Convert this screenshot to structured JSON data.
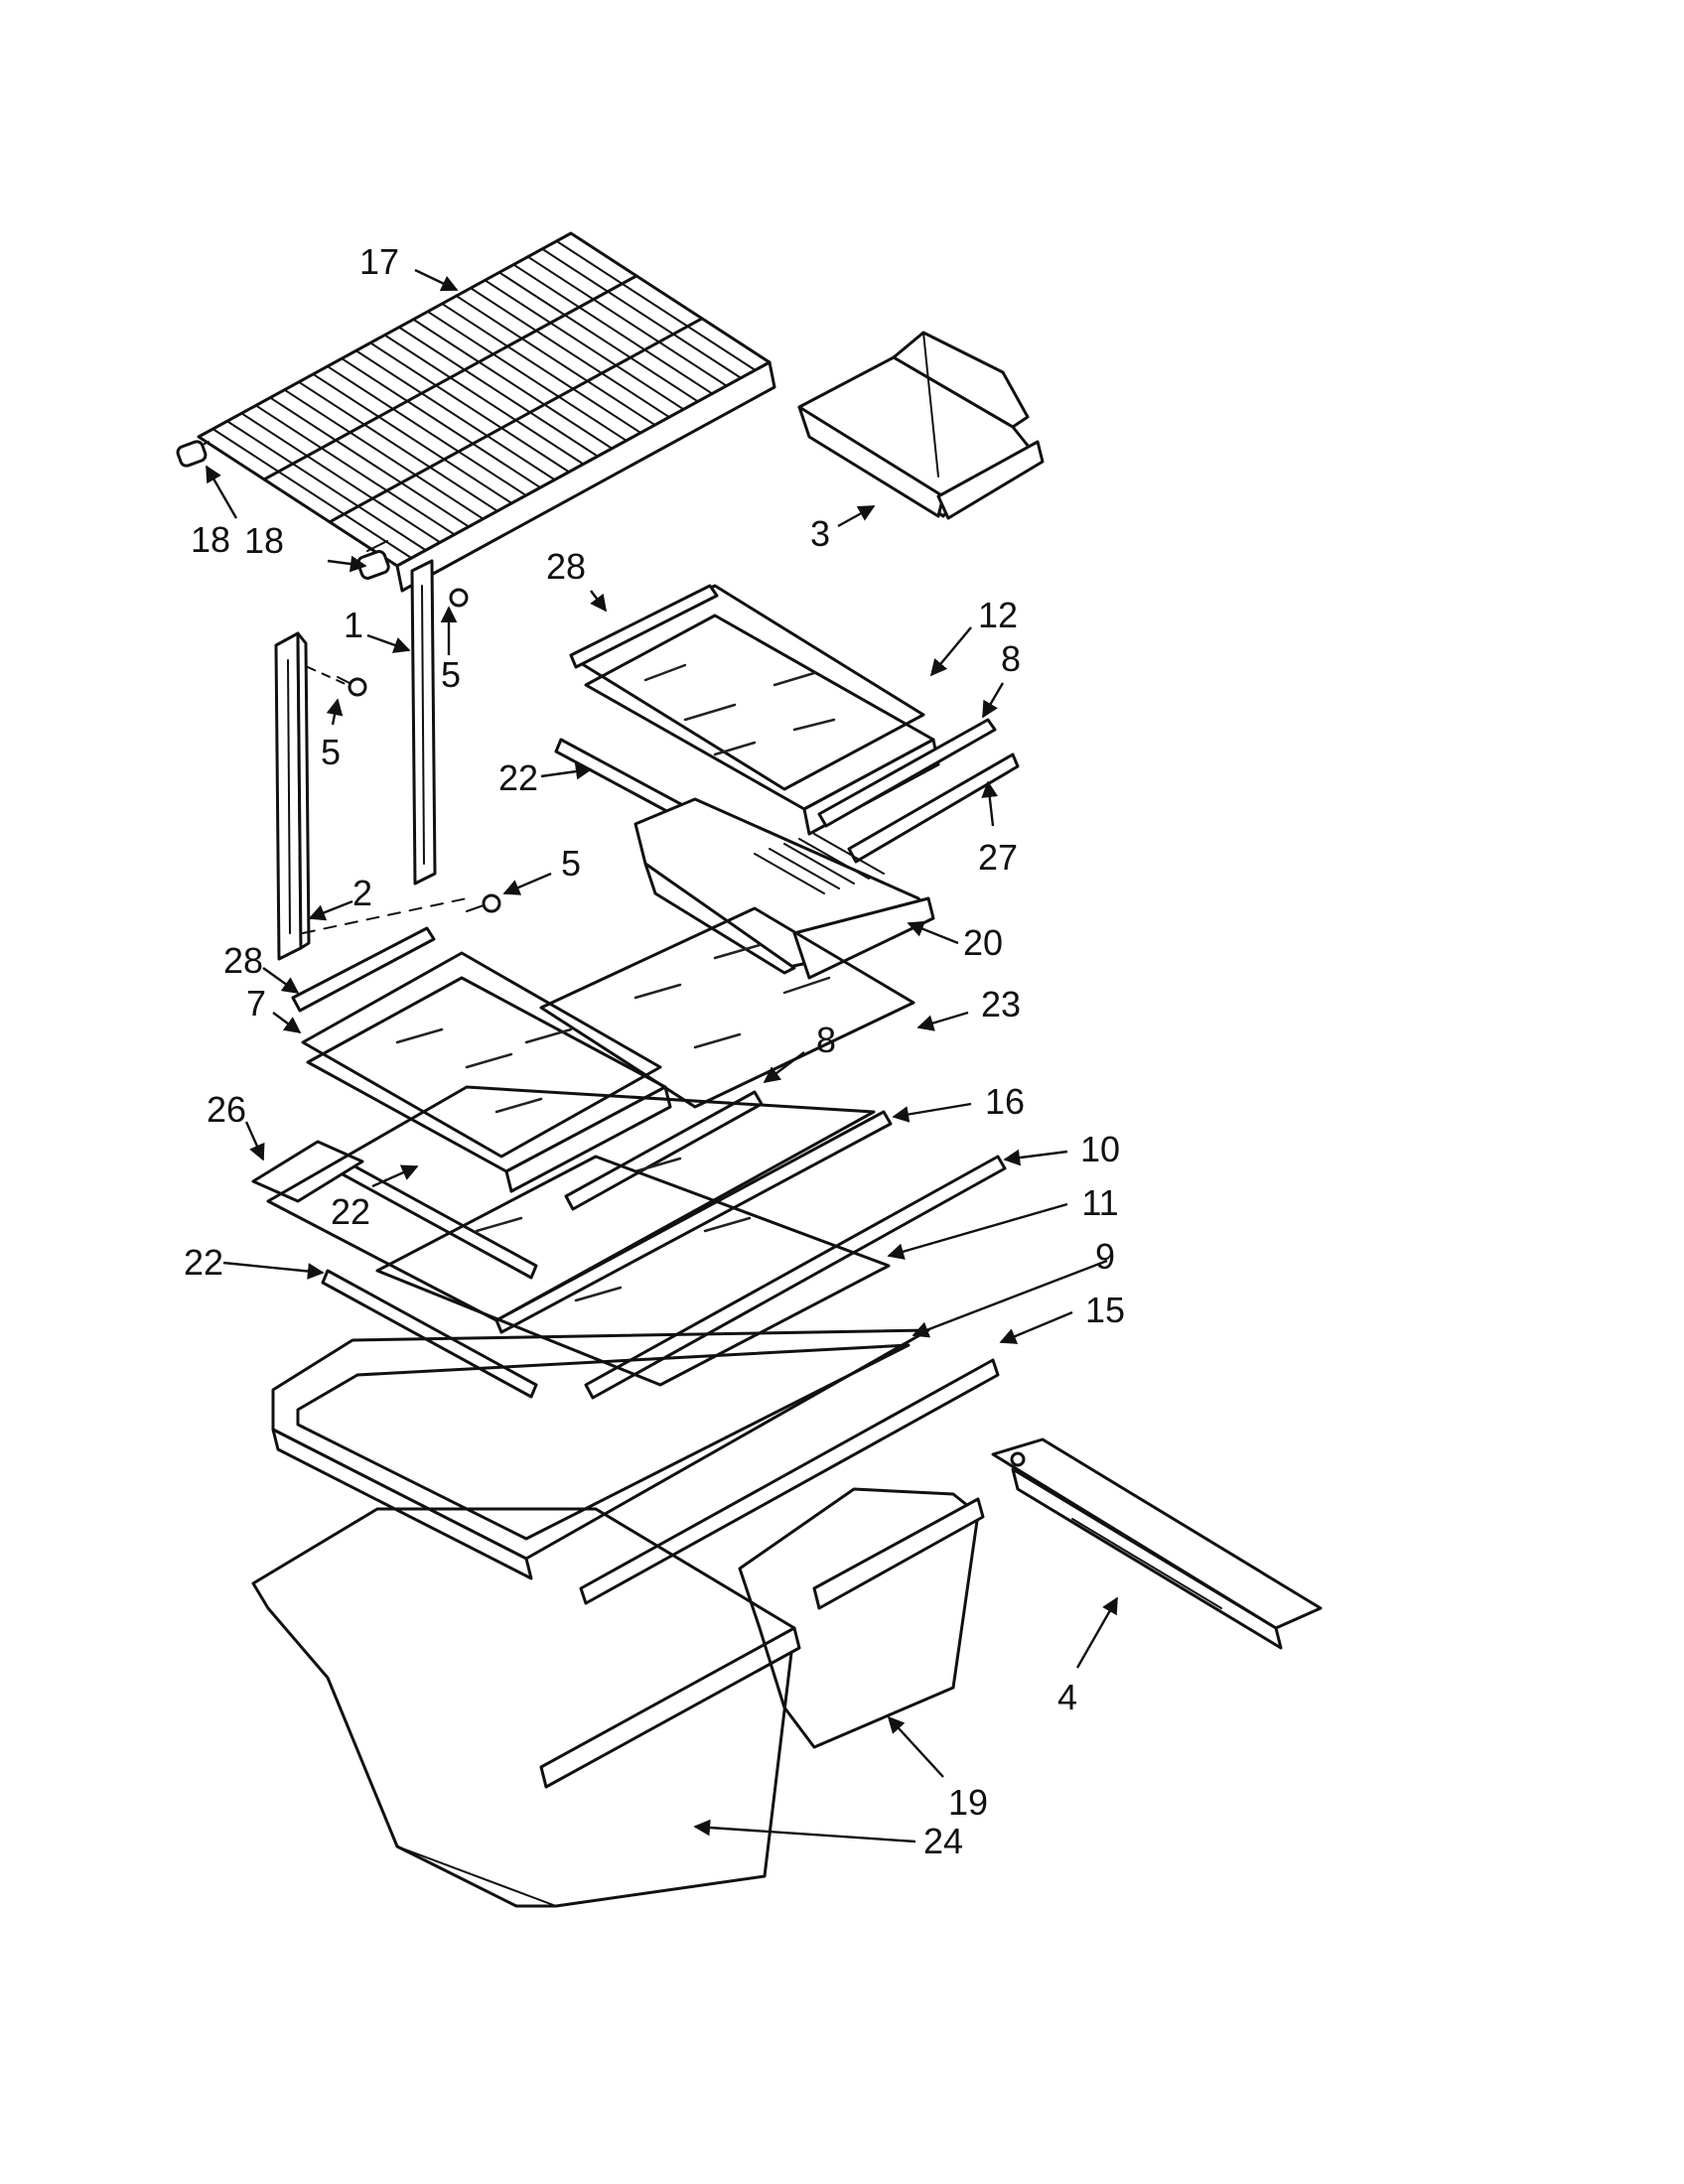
{
  "colors": {
    "line": "#111111",
    "background": "#ffffff"
  },
  "callouts": [
    {
      "id": "17",
      "label": "17"
    },
    {
      "id": "18a",
      "label": "18"
    },
    {
      "id": "18b",
      "label": "18"
    },
    {
      "id": "3",
      "label": "3"
    },
    {
      "id": "28a",
      "label": "28"
    },
    {
      "id": "12",
      "label": "12"
    },
    {
      "id": "8a",
      "label": "8"
    },
    {
      "id": "1",
      "label": "1"
    },
    {
      "id": "5a",
      "label": "5"
    },
    {
      "id": "5b",
      "label": "5"
    },
    {
      "id": "22a",
      "label": "22"
    },
    {
      "id": "27",
      "label": "27"
    },
    {
      "id": "5c",
      "label": "5"
    },
    {
      "id": "2",
      "label": "2"
    },
    {
      "id": "20",
      "label": "20"
    },
    {
      "id": "28b",
      "label": "28"
    },
    {
      "id": "23",
      "label": "23"
    },
    {
      "id": "7",
      "label": "7"
    },
    {
      "id": "8b",
      "label": "8"
    },
    {
      "id": "16",
      "label": "16"
    },
    {
      "id": "26",
      "label": "26"
    },
    {
      "id": "10",
      "label": "10"
    },
    {
      "id": "11",
      "label": "11"
    },
    {
      "id": "22b",
      "label": "22"
    },
    {
      "id": "9",
      "label": "9"
    },
    {
      "id": "22c",
      "label": "22"
    },
    {
      "id": "15",
      "label": "15"
    },
    {
      "id": "4",
      "label": "4"
    },
    {
      "id": "19",
      "label": "19"
    },
    {
      "id": "24",
      "label": "24"
    }
  ]
}
